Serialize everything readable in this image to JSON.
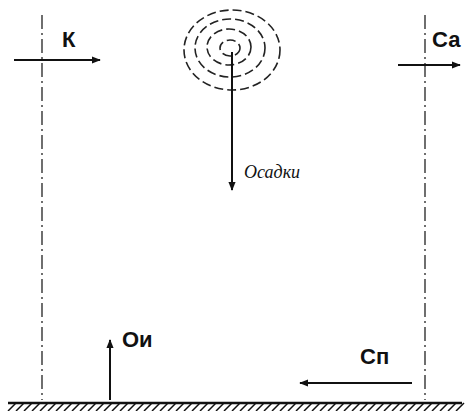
{
  "diagram": {
    "labels": [
      "К",
      "Са",
      "Осадки",
      "Ои",
      "Сп"
    ]
  }
}
